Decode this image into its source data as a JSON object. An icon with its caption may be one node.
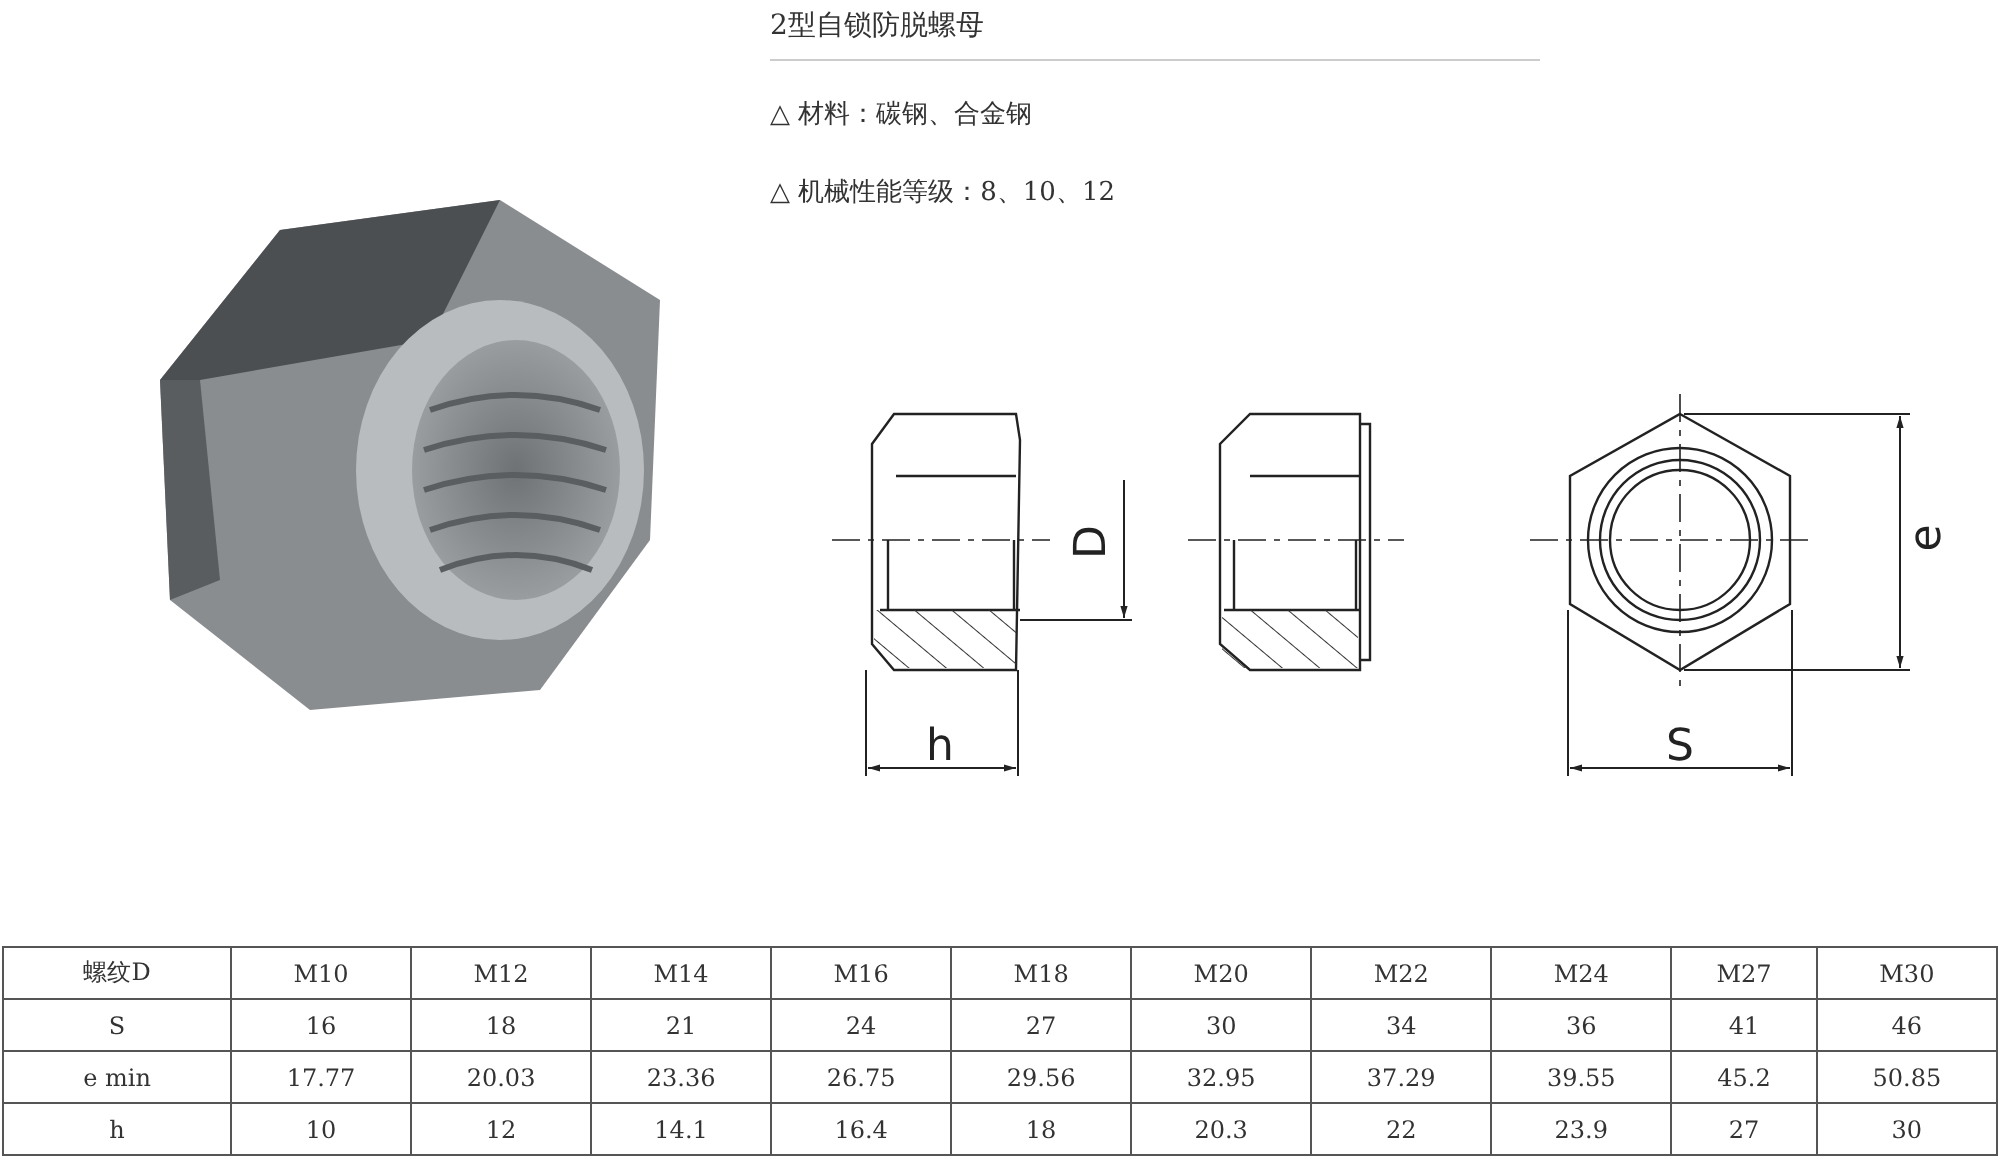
{
  "diagram": {
    "title": "2型自锁防脱螺母",
    "labels": [
      "△ 材料：碳钢、合金钢",
      "△ 机械性能等级：8、10、12",
      "D",
      "h",
      "S",
      "e",
      "螺纹D",
      "M10",
      "M12",
      "M14",
      "M16",
      "M18",
      "M20",
      "M22",
      "M24",
      "M27",
      "M30",
      "S",
      "16",
      "18",
      "21",
      "24",
      "27",
      "30",
      "34",
      "36",
      "41",
      "46",
      "e min",
      "17.77",
      "20.03",
      "23.36",
      "26.75",
      "29.56",
      "32.95",
      "37.29",
      "39.55",
      "45.2",
      "50.85",
      "h",
      "10",
      "12",
      "14.1",
      "16.4",
      "18",
      "20.3",
      "22",
      "23.9",
      "27",
      "30"
    ]
  }
}
